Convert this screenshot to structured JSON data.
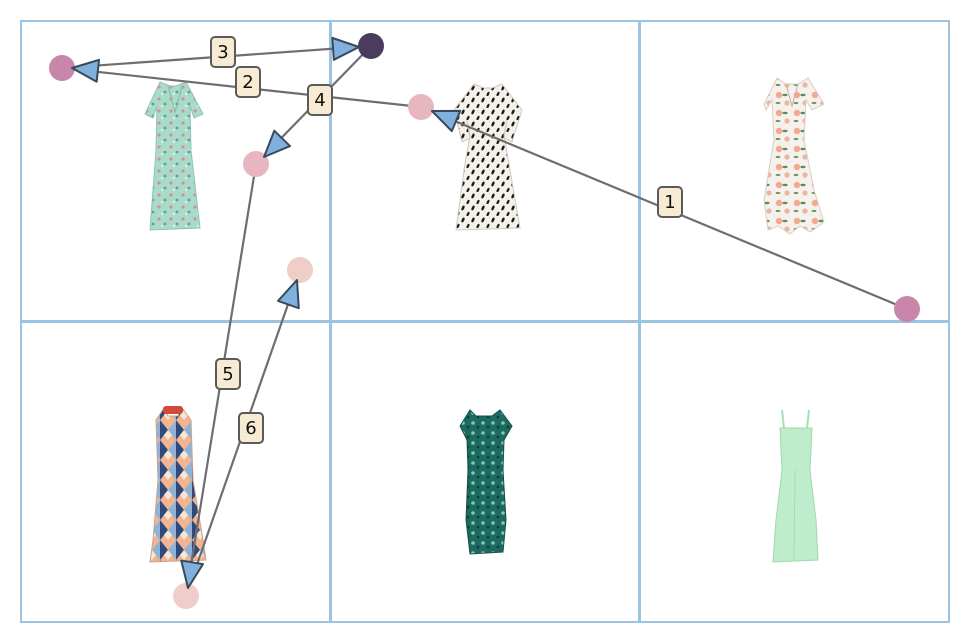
{
  "grid": {
    "rows": 2,
    "cols": 3,
    "line_color": "#9cc3e0",
    "cells": [
      {
        "label": "",
        "dress": "mint-floral-wrap-dress-icon"
      },
      {
        "label": "",
        "dress": "black-white-spotted-dress-icon"
      },
      {
        "label": "",
        "dress": "white-floral-midi-dress-icon"
      },
      {
        "label": "",
        "dress": "harlequin-print-dress-icon"
      },
      {
        "label": "",
        "dress": "green-print-sheath-dress-icon"
      },
      {
        "label": "",
        "dress": "mint-slip-dress-icon"
      }
    ]
  },
  "trajectory": {
    "arrow_fill": "#7fb0de",
    "line_color": "#6e6e6e",
    "label_fill": "#f7ecd3",
    "point_colors": {
      "start": "#c886aa",
      "mid": "#e8b6c1",
      "light": "#efcdc9",
      "dark": "#4b3b5e"
    },
    "steps": [
      {
        "label": "1"
      },
      {
        "label": "2"
      },
      {
        "label": "3"
      },
      {
        "label": "4"
      },
      {
        "label": "5"
      },
      {
        "label": "6"
      }
    ]
  }
}
